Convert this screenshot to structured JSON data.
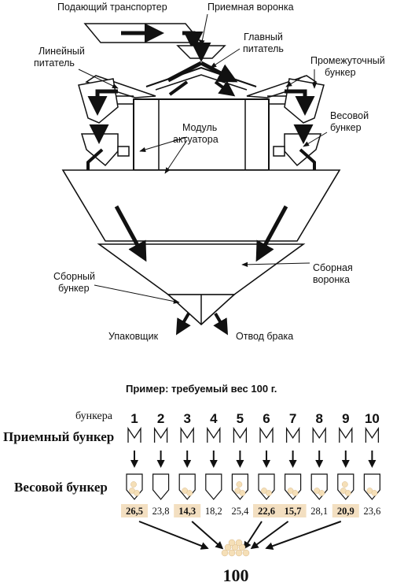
{
  "labels": {
    "feeder_conveyor": "Подающий транспортер",
    "infeed_funnel": "Приемная воронка",
    "main_feeder_1": "Главный",
    "main_feeder_2": "питатель",
    "linear_feeder_1": "Линейный",
    "linear_feeder_2": "питатель",
    "pool_hopper_1": "Промежуточный",
    "pool_hopper_2": "бункер",
    "weigh_hopper_1": "Весовой",
    "weigh_hopper_2": "бункер",
    "actuator_module_1": "Модуль",
    "actuator_module_2": "актуатора",
    "collating_funnel_1": "Сборная",
    "collating_funnel_2": "воронка",
    "collating_hopper_1": "Сборный",
    "collating_hopper_2": "бункер",
    "packer": "Упаковщик",
    "reject": "Отвод брака"
  },
  "example": {
    "title": "Пример:  требуемый  вес  100 г.",
    "row_hoppers_label": "бункера",
    "row_infeed_label": "Приемный бункер",
    "row_weigh_label": "Весовой бункер",
    "hopper_numbers": [
      "1",
      "2",
      "3",
      "4",
      "5",
      "6",
      "7",
      "8",
      "9",
      "10"
    ],
    "weights": [
      "26,5",
      "23,8",
      "14,3",
      "18,2",
      "25,4",
      "22,6",
      "15,7",
      "28,1",
      "20,9",
      "23,6"
    ],
    "selected": [
      true,
      false,
      true,
      false,
      false,
      true,
      true,
      false,
      true,
      false
    ],
    "fill_dots": [
      3,
      0,
      2,
      0,
      3,
      2,
      2,
      2,
      3,
      2
    ],
    "total": "100"
  },
  "colors": {
    "ink": "#111111",
    "highlight": "#f3dfc1",
    "grain": "#f5dfb7",
    "grain_edge": "#d8b98a"
  }
}
